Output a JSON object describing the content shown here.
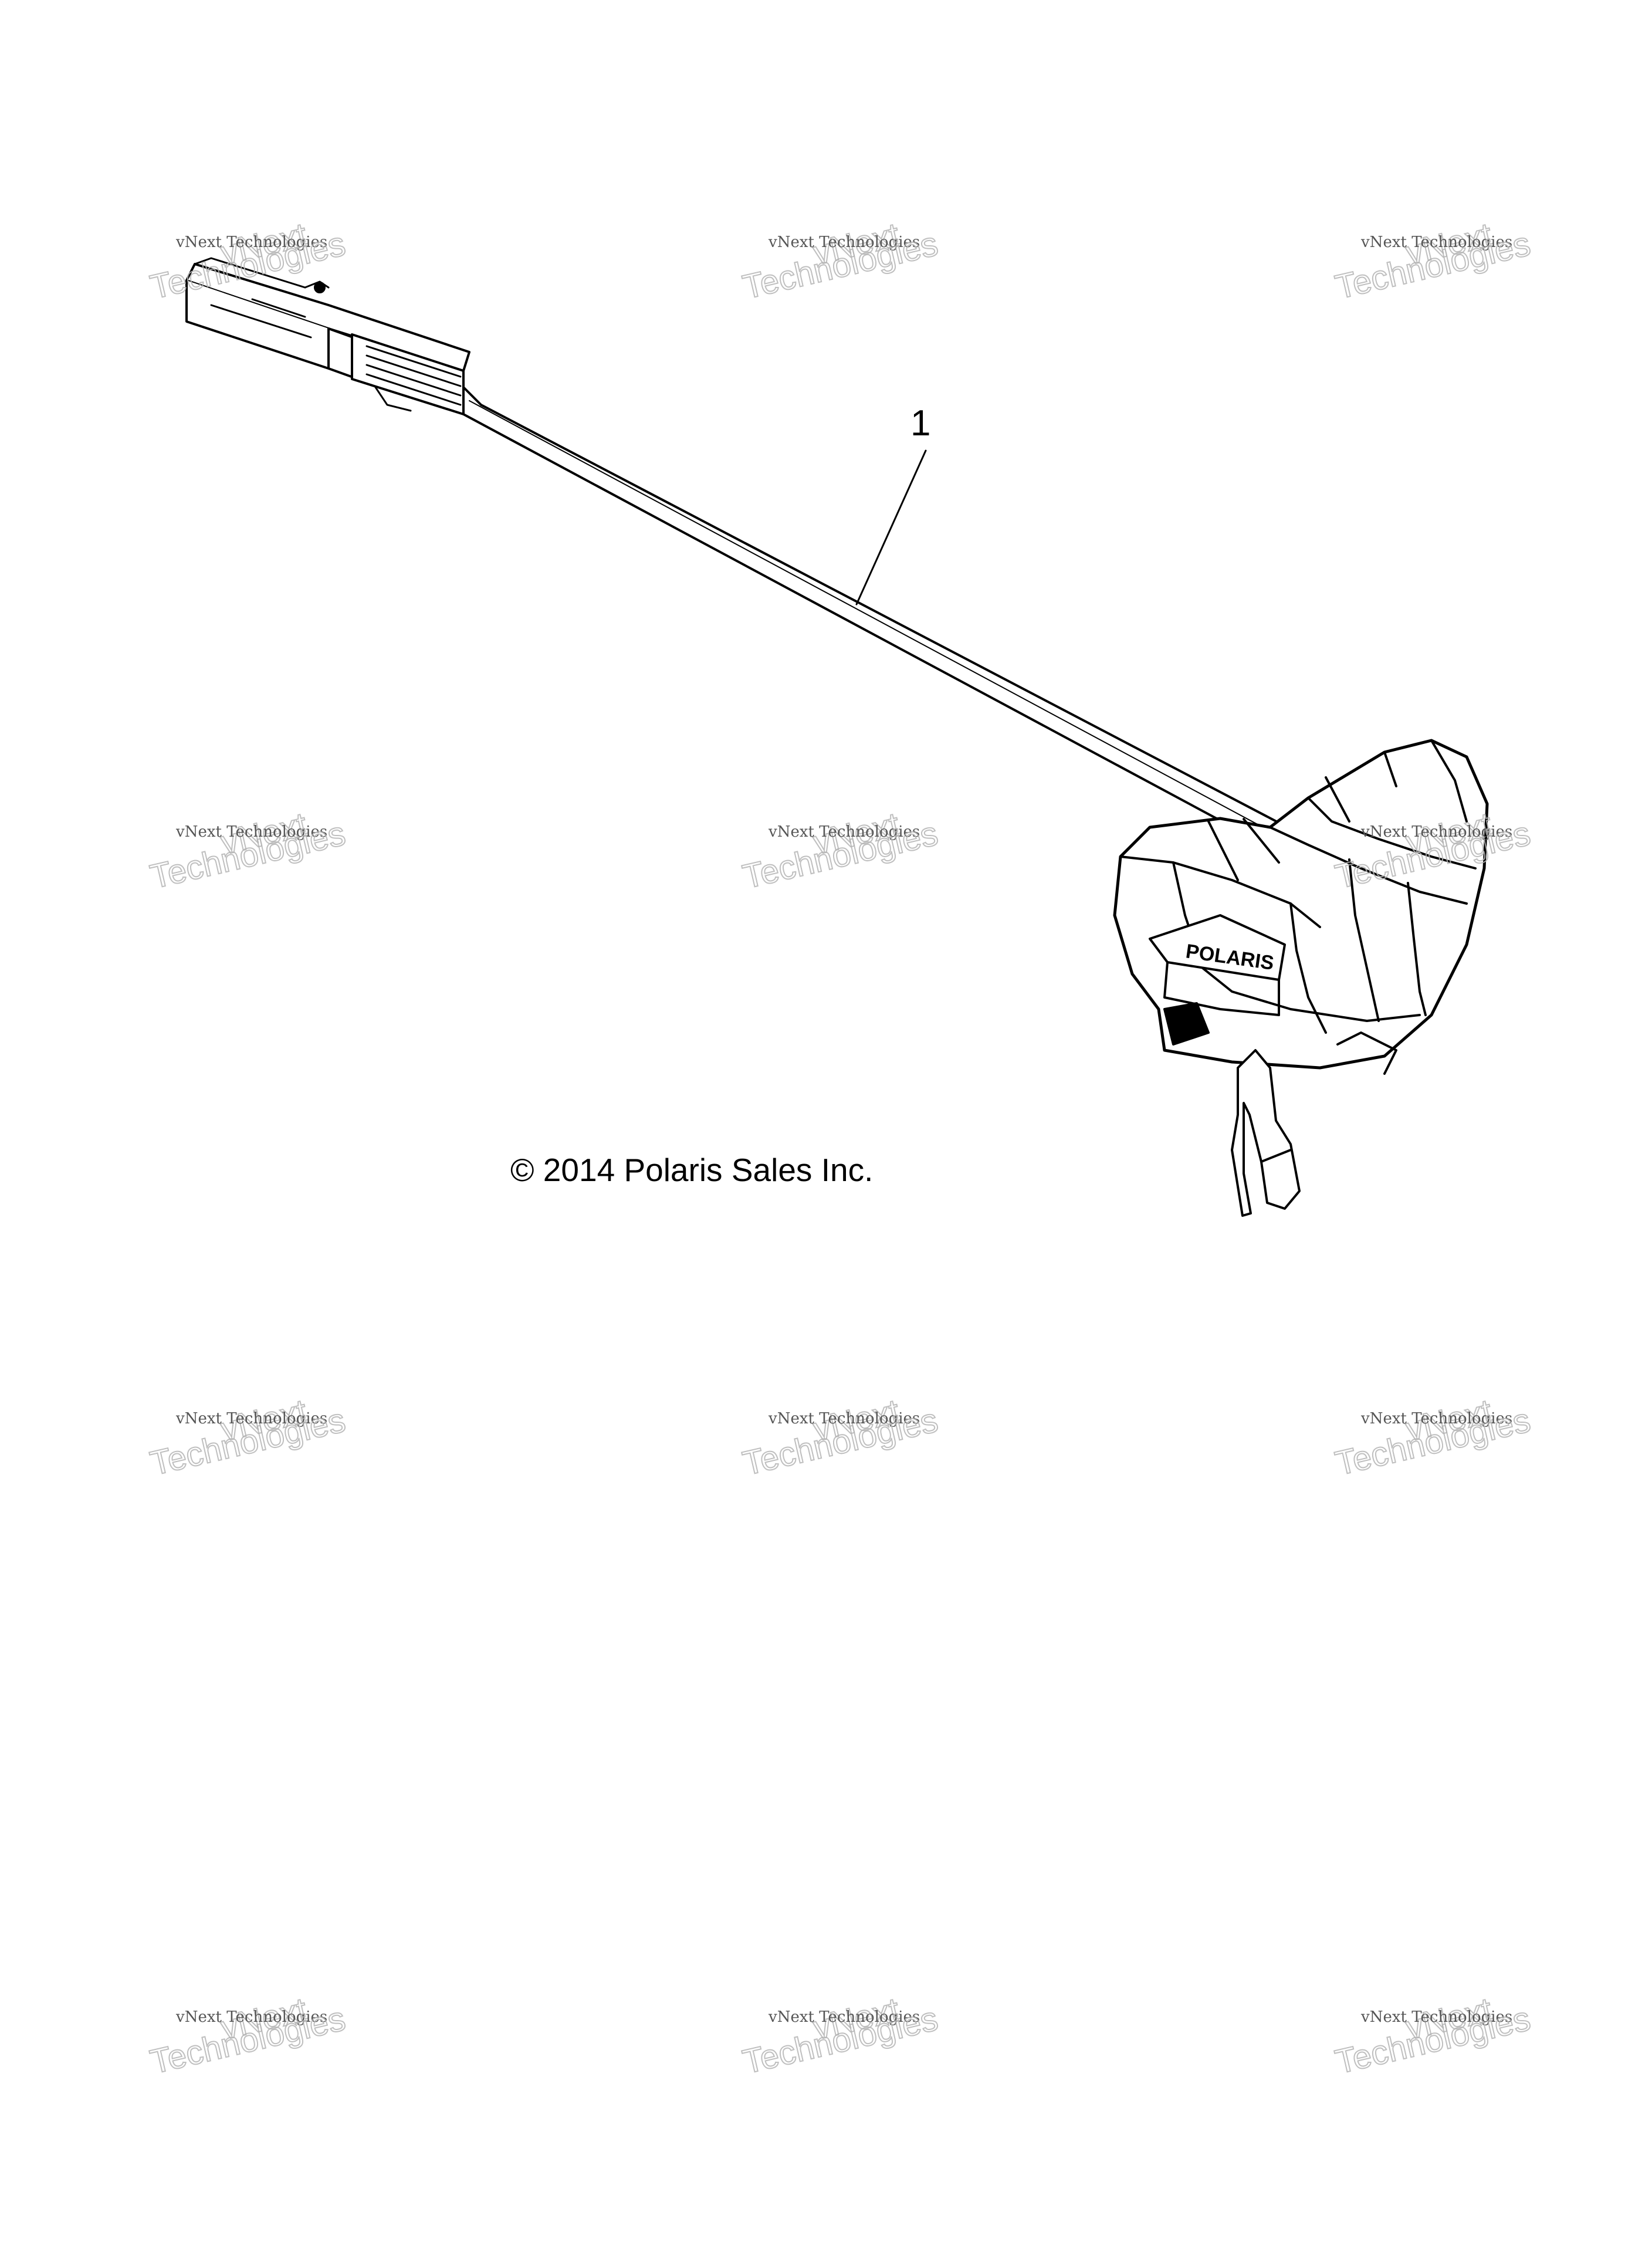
{
  "callout": {
    "number": "1"
  },
  "copyright": "© 2014 Polaris Sales Inc.",
  "logo_text": "POLARIS",
  "watermark": {
    "line1": "vNext",
    "line2": "vNext Technologies",
    "line3": "Technologies"
  }
}
